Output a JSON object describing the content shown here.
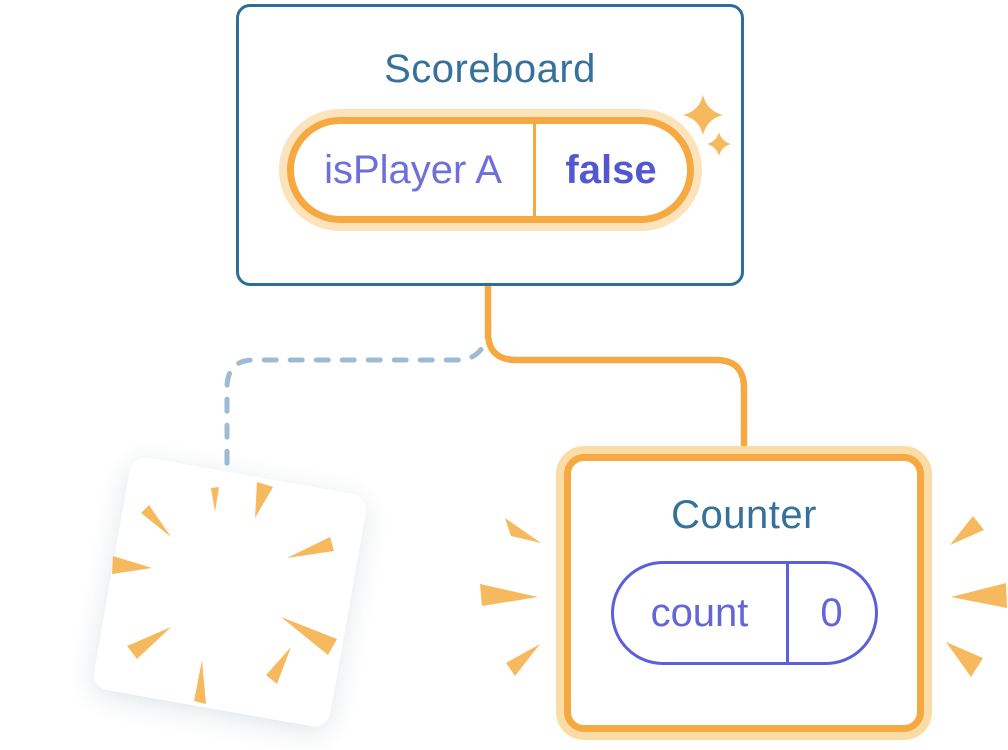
{
  "scoreboard": {
    "title": "Scoreboard",
    "state": {
      "key": "isPlayer A",
      "value": "false"
    }
  },
  "counter": {
    "title": "Counter",
    "state": {
      "key": "count",
      "value": "0"
    }
  },
  "colors": {
    "card_border_blue": "#2E6E96",
    "title_teal": "#35719A",
    "orange": "#F5A940",
    "orange_glow": "#FCE3BB",
    "orange_glow_counter": "#FBDCA6",
    "burst_orange": "#F7B95E",
    "purple_label": "#6D70DB",
    "purple_value_bold": "#5357D0",
    "pill_purple_border": "#5B60D8",
    "dashed_line_blue": "#9DBCD3",
    "card_background": "#FFFFFF"
  },
  "icons": {
    "sparkles": "sparkles-icon",
    "burst": "burst-icon",
    "emphasis_left": "emphasis-marks-left-icon",
    "emphasis_right": "emphasis-marks-right-icon"
  }
}
